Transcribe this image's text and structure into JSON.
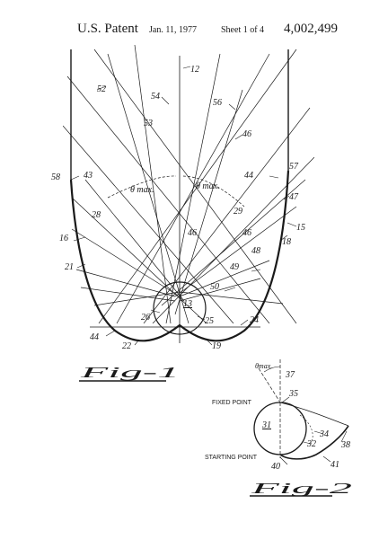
{
  "header": {
    "title": "U.S. Patent",
    "date": "Jan. 11, 1977",
    "sheet": "Sheet 1 of 4",
    "patent_number": "4,002,499"
  },
  "figure1": {
    "caption": "Fig-1",
    "labels": {
      "l12": "12",
      "l52": "52",
      "l54": "54",
      "l56": "56",
      "l53": "53",
      "l46a": "46",
      "l58": "58",
      "l43": "43",
      "l44": "44",
      "l57": "57",
      "l47": "47",
      "theta_left": "θ max.",
      "theta_right": "θ max.",
      "l28": "28",
      "l29": "29",
      "l46b": "46",
      "l46c": "46",
      "l15": "15",
      "l18": "18",
      "l48": "48",
      "l16": "16",
      "l21": "21",
      "l49": "49",
      "l50": "50",
      "l13": "13",
      "l26": "26",
      "l25": "25",
      "l24": "24",
      "l44b": "44",
      "l22": "22",
      "l19": "19"
    }
  },
  "figure2": {
    "caption": "Fig-2",
    "fixed_point": "FIXED POINT",
    "starting_point": "STARTING POINT",
    "labels": {
      "theta": "θmax",
      "l37": "37",
      "l35": "35",
      "l31": "31",
      "l34": "34",
      "l32": "32",
      "l38": "38",
      "l40": "40",
      "l41": "41"
    }
  }
}
